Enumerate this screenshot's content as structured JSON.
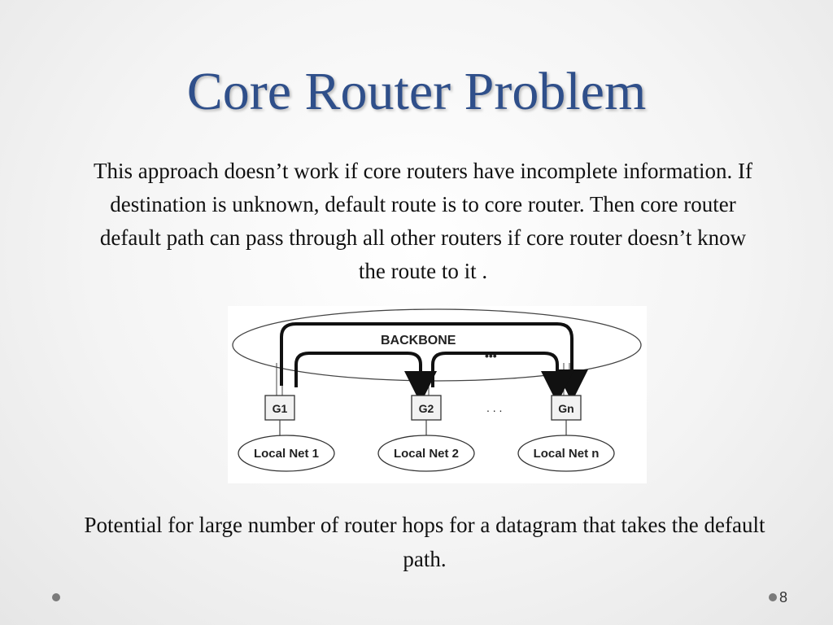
{
  "slide": {
    "title": "Core Router Problem",
    "body": "This approach doesn’t work if core routers have incomplete information.  If destination is unknown, default route is to core router.  Then core router default path can pass through all other routers if core router doesn’t know the route to it .",
    "caption": "Potential for large number of router hops for a datagram that takes the default path.",
    "page_number": "8",
    "title_color": "#2f4f8a"
  },
  "diagram": {
    "backbone_label": "BACKBONE",
    "backbone_ellipsis": "•••",
    "gateway_ellipsis": ". . .",
    "gateways": [
      "G1",
      "G2",
      "Gn"
    ],
    "local_nets": [
      "Local Net 1",
      "Local Net 2",
      "Local Net n"
    ]
  }
}
